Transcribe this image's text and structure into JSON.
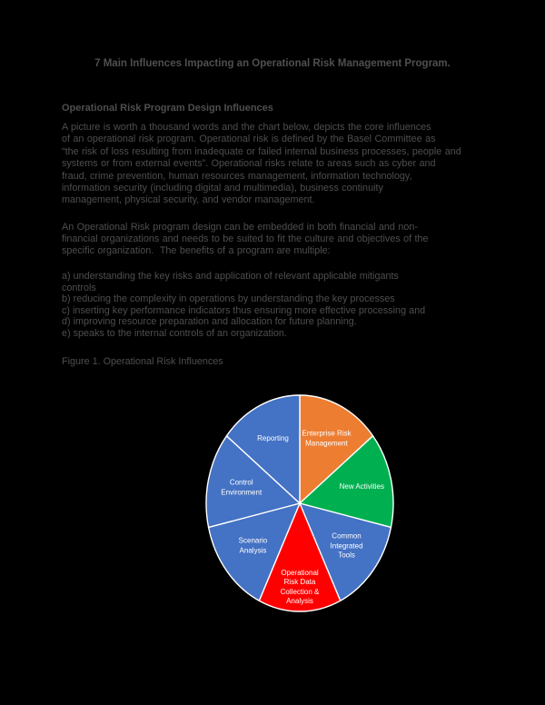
{
  "page": {
    "title": "7 Main Influences Impacting an Operational Risk Management Program.",
    "heading": "Operational Risk Program Design Influences",
    "paragraph1": "A picture is worth a thousand words and the chart below, depicts the core influences\nof an operational risk program. Operational risk is defined by the Basel Committee as\n“the risk of loss resulting from inadequate or failed internal business processes, people and\nsystems or from external events”. Operational risks relate to areas such as cyber and\nfraud, crime prevention, human resources management, information technology,\ninformation security (including digital and multimedia), business continuity\nmanagement, physical security, and vendor management.",
    "paragraph2": "An Operational Risk program design can be embedded in both financial and non-\nfinancial organizations and needs to be suited to fit the culture and objectives of the\nspecific organization.  The benefits of a program are multiple:",
    "benefits_list": "a) understanding the key risks and application of relevant applicable mitigants\ncontrols\nb) reducing the complexity in operations by understanding the key processes\nc) inserting key performance indicators thus ensuring more effective processing and\nd) improving resource preparation and allocation for future planning.\ne) speaks to the internal controls of an organization.",
    "figure_caption": "Figure 1. Operational Risk Influences"
  },
  "colors": {
    "background": "#000000",
    "body_text": "#4e4e4e",
    "chart_label_text": "#ffffff",
    "slice_border": "#ffffff",
    "accent_blue": "#4472C4",
    "accent_orange": "#ED7D31",
    "accent_green": "#00B050",
    "accent_red": "#FF0000"
  },
  "chart_data": {
    "type": "pie",
    "title": "Figure 1. Operational Risk Influences",
    "start_angle_deg": 0,
    "direction": "clockwise",
    "legend": "none",
    "labels_on_slices": true,
    "segments": [
      {
        "label": "Enterprise Risk\nManagement",
        "value": 1,
        "share_pct": 14.3,
        "color": "#ED7D31"
      },
      {
        "label": "New Activities",
        "value": 1,
        "share_pct": 14.3,
        "color": "#00B050"
      },
      {
        "label": "Common\nIntegrated\nTools",
        "value": 1,
        "share_pct": 14.3,
        "color": "#4472C4"
      },
      {
        "label": "Operational\nRisk Data\nCollection &\nAnalysis",
        "value": 1,
        "share_pct": 14.3,
        "color": "#FF0000"
      },
      {
        "label": "Scenario\nAnalysis",
        "value": 1,
        "share_pct": 14.3,
        "color": "#4472C4"
      },
      {
        "label": "Control\nEnvironment",
        "value": 1,
        "share_pct": 14.3,
        "color": "#4472C4"
      },
      {
        "label": "Reporting",
        "value": 1,
        "share_pct": 14.3,
        "color": "#4472C4"
      }
    ]
  }
}
